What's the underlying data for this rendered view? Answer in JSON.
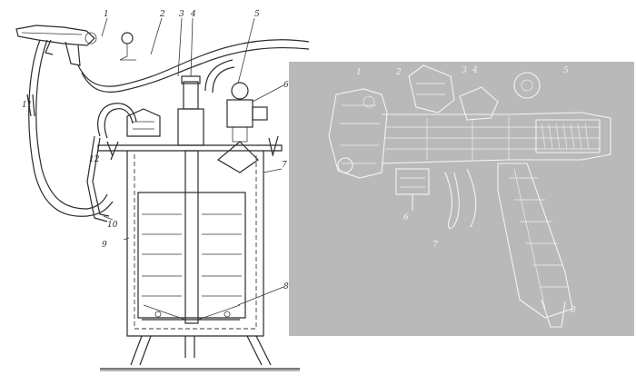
{
  "figure": {
    "left_labels": [
      "1",
      "2",
      "3",
      "4",
      "5",
      "6",
      "7",
      "8",
      "9",
      "10",
      "11",
      "12"
    ],
    "right_labels": [
      "1",
      "2",
      "3",
      "4",
      "5",
      "6",
      "7",
      "8"
    ]
  },
  "colors": {
    "panel_background": "#b9b9b9",
    "line_dark": "#2b2b2b",
    "line_light": "#f4f4f4"
  }
}
